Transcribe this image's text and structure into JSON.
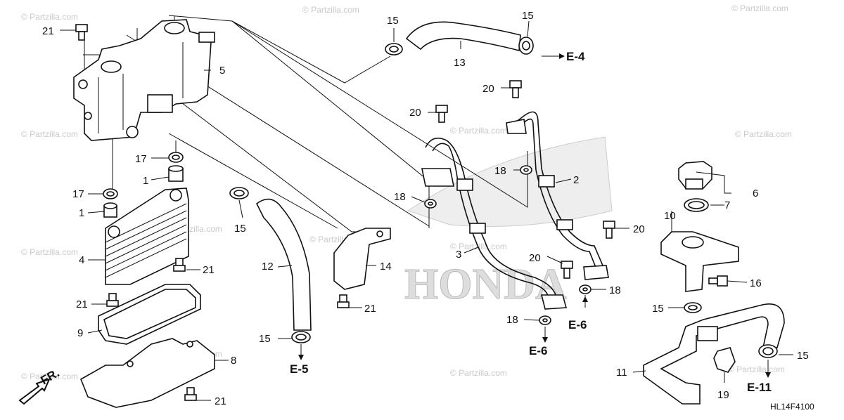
{
  "watermark": "© Partzilla.com",
  "brand_logo": "HONDA",
  "diagram_code": "HL14F4100",
  "direction_label": "FR.",
  "callouts": {
    "p1a": "1",
    "p1b": "1",
    "p2": "2",
    "p3": "3",
    "p4": "4",
    "p5": "5",
    "p6": "6",
    "p7": "7",
    "p8": "8",
    "p9": "9",
    "p10": "10",
    "p11": "11",
    "p12": "12",
    "p13": "13",
    "p14": "14",
    "p15a": "15",
    "p15b": "15",
    "p15c": "15",
    "p15d": "15",
    "p15e": "15",
    "p15f": "15",
    "p16": "16",
    "p17a": "17",
    "p17b": "17",
    "p18a": "18",
    "p18b": "18",
    "p18c": "18",
    "p18d": "18",
    "p19": "19",
    "p20a": "20",
    "p20b": "20",
    "p20c": "20",
    "p20d": "20",
    "p21a": "21",
    "p21b": "21",
    "p21c": "21",
    "p21d": "21",
    "p21e": "21"
  },
  "references": {
    "e4": "E-4",
    "e5": "E-5",
    "e6a": "E-6",
    "e6b": "E-6",
    "e11": "E-11"
  }
}
